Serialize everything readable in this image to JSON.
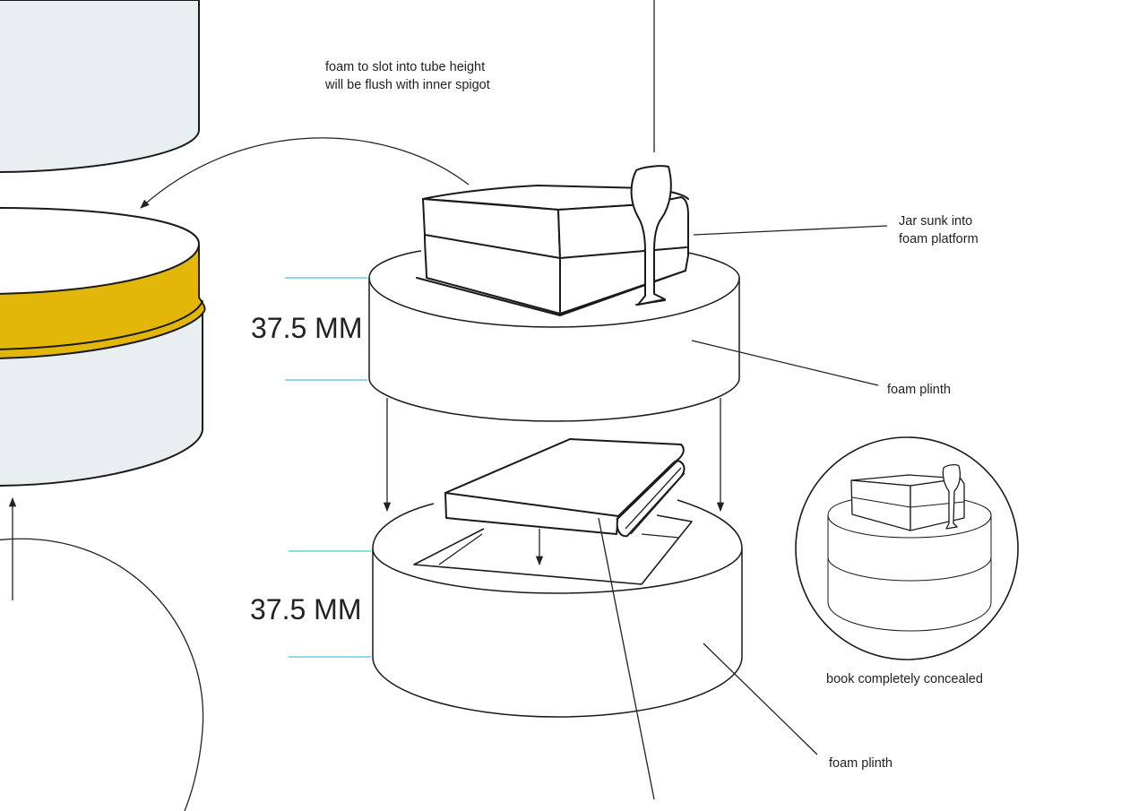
{
  "labels": {
    "foam_slot_note_line1": "foam to slot into tube height",
    "foam_slot_note_line2": "will be flush with inner spigot",
    "jar_note_line1": "Jar sunk into",
    "jar_note_line2": "foam platform",
    "top_plinth": "foam plinth",
    "bottom_plinth": "foam plinth",
    "concealed": "book completely concealed",
    "top_dimension": "37.5 MM",
    "bottom_dimension": "37.5 MM"
  },
  "colors": {
    "tube_fill": "#e9eef1",
    "band_fill": "#e2b70a",
    "dimension_line": "#4cc3d9",
    "outline": "#1a1a1a"
  }
}
